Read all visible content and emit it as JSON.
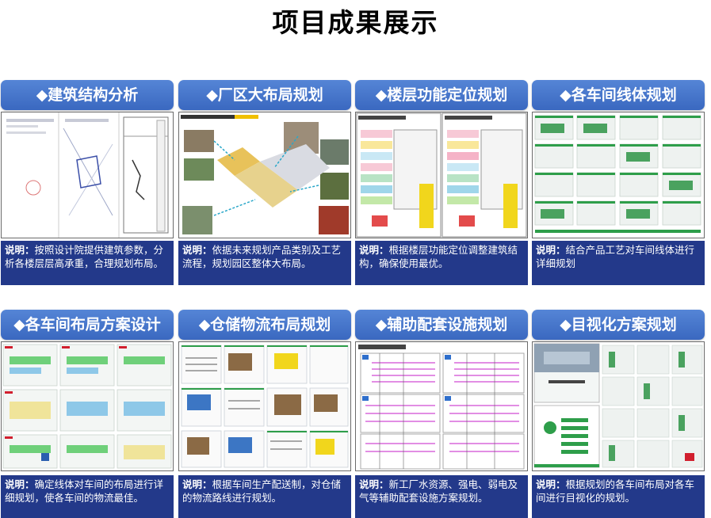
{
  "page": {
    "title": "项目成果展示"
  },
  "cards": [
    {
      "title": "◆建筑结构分析",
      "desc_label": "说明：",
      "desc_text": "按照设计院提供建筑参数，分析各楼层层高承重，合理规划布局。"
    },
    {
      "title": "◆厂区大布局规划",
      "desc_label": "说明：",
      "desc_text": "依据未来规划产品类别及工艺流程，规划园区整体大布局。"
    },
    {
      "title": "◆楼层功能定位规划",
      "desc_label": "说明：",
      "desc_text": "根据楼层功能定位调整建筑结构，确保使用最优。"
    },
    {
      "title": "◆各车间线体规划",
      "desc_label": "说明：",
      "desc_text": "结合产品工艺对车间线体进行详细规划"
    },
    {
      "title": "◆各车间布局方案设计",
      "desc_label": "说明：",
      "desc_text": "确定线体对车间的布局进行详细规划，使各车间的物流最佳。"
    },
    {
      "title": "◆仓储物流布局规划",
      "desc_label": "说明：",
      "desc_text": "根据车间生产配送制，对仓储的物流路线进行规划。"
    },
    {
      "title": "◆辅助配套设施规划",
      "desc_label": "说明：",
      "desc_text": "新工厂水资源、强电、弱电及气等辅助配套设施方案规划。"
    },
    {
      "title": "◆目视化方案规划",
      "desc_label": "说明：",
      "desc_text": "根据规划的各车间布局对各车间进行目视化的规划。"
    }
  ],
  "theme": {
    "header_color": "#4472c4",
    "desc_color": "#23398a",
    "accent_green": "#2e9e4a"
  }
}
